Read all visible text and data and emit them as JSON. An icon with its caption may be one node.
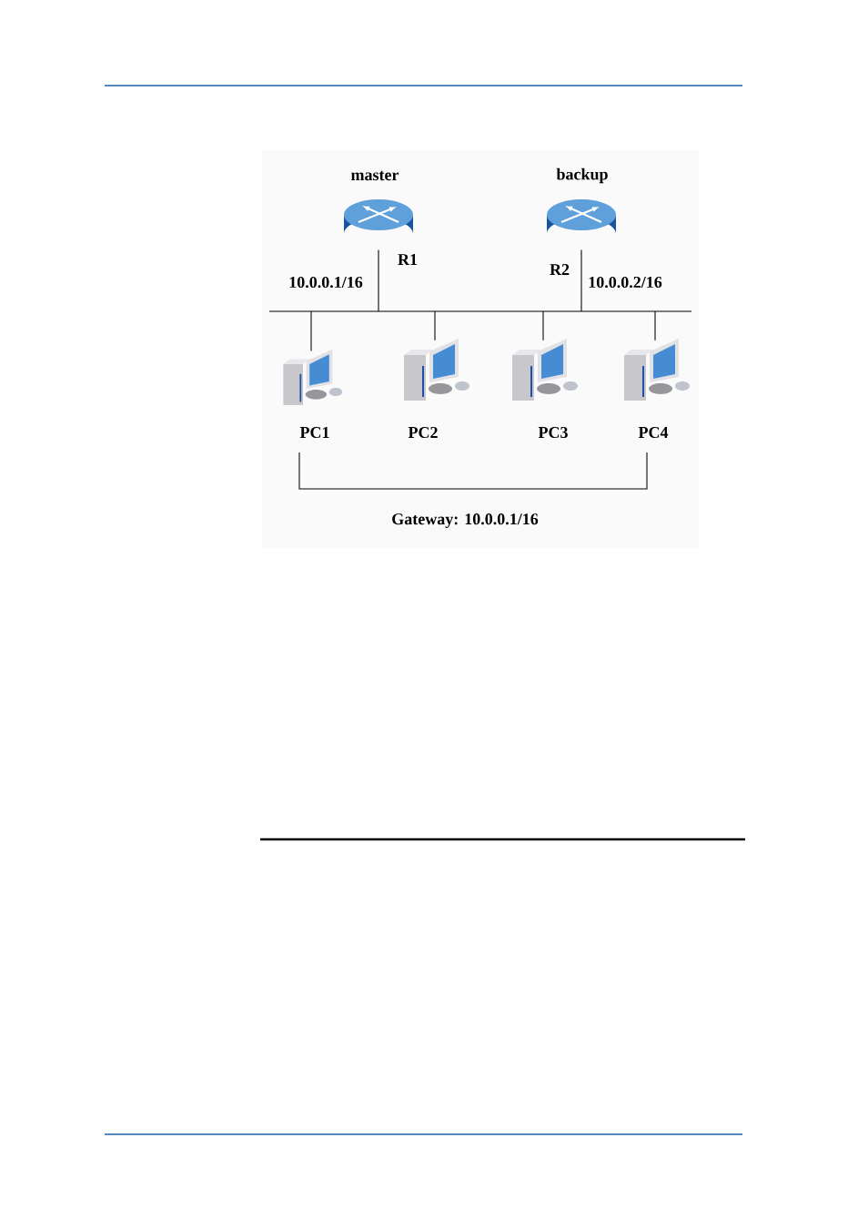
{
  "diagram": {
    "nodes": [
      {
        "text": [
          "master"
        ],
        "beside": [
          "R1",
          "10.0.0.1/16"
        ]
      },
      {
        "text": [
          "backup"
        ],
        "beside": [
          "R2",
          "10.0.0.2/16"
        ]
      },
      {
        "text": [],
        "shape": "bar"
      },
      {
        "text": [
          "PC1"
        ]
      },
      {
        "text": [
          "PC2"
        ]
      },
      {
        "text": [
          "PC3"
        ]
      },
      {
        "text": [
          "PC4"
        ]
      }
    ],
    "edges": [
      {
        "from": 0,
        "to": 2,
        "arrow": "none"
      },
      {
        "from": 1,
        "to": 2,
        "arrow": "none"
      },
      {
        "from": 2,
        "to": 3,
        "arrow": "none"
      },
      {
        "from": 2,
        "to": 4,
        "arrow": "none"
      },
      {
        "from": 2,
        "to": 5,
        "arrow": "none"
      },
      {
        "from": 2,
        "to": 6,
        "arrow": "none"
      }
    ],
    "labels": [
      "Gateway: 10.0.0.1/16"
    ]
  }
}
